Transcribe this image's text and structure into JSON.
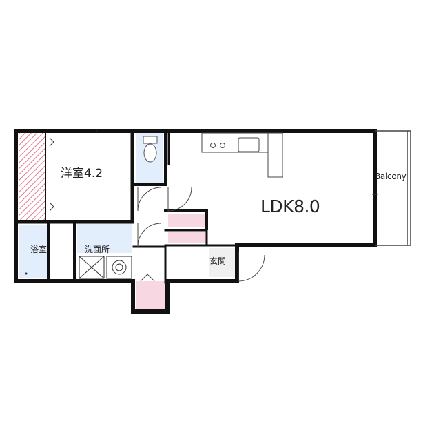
{
  "rooms": {
    "western": {
      "label": "洋室4.2"
    },
    "ldk": {
      "label": "LDK8.0"
    },
    "balcony": {
      "label": "Balcony"
    },
    "bath": {
      "label": "浴室"
    },
    "washroom": {
      "label": "洗面所"
    },
    "entrance": {
      "label": "玄関"
    }
  },
  "colors": {
    "wall": "#111111",
    "wet_area": "#e3eefc",
    "storage": "#f7d7e2",
    "entrance_floor": "#f0f0f0",
    "window_hatch": "#e07a8e"
  }
}
